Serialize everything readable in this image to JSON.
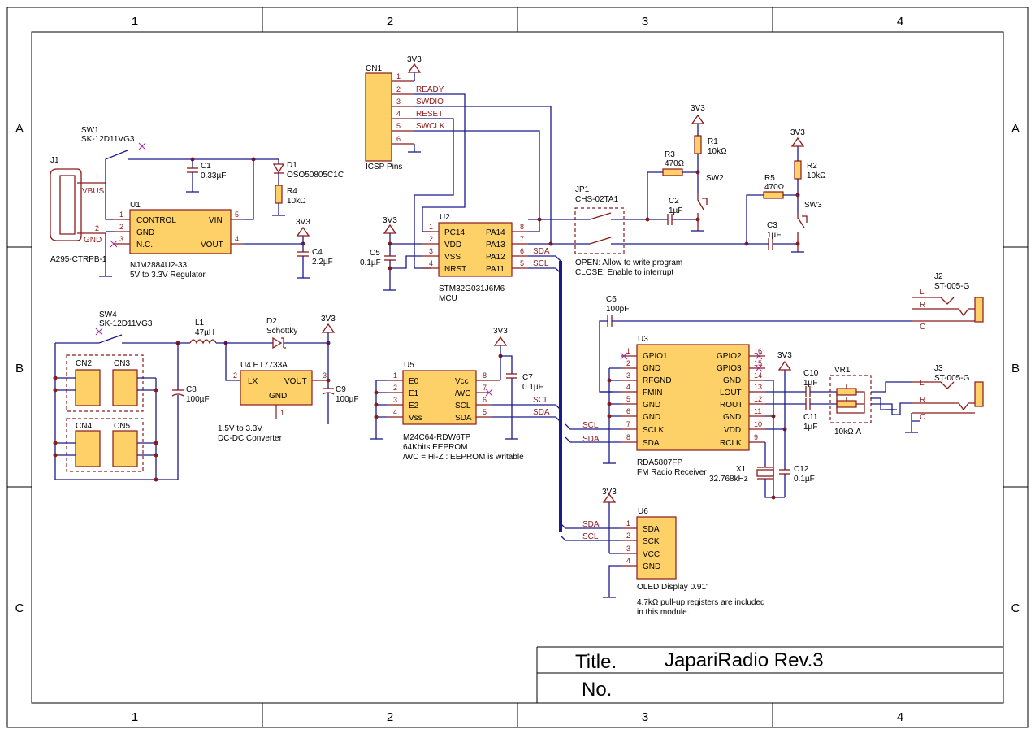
{
  "zones": {
    "cols": [
      "1",
      "2",
      "3",
      "4"
    ],
    "rows": [
      "A",
      "B",
      "C"
    ]
  },
  "title_block": {
    "title_label": "Title.",
    "title_value": "JapariRadio Rev.3",
    "no_label": "No."
  },
  "power": "3V3",
  "parts": {
    "J1": {
      "ref": "J1",
      "value": "A295-CTRPB-1",
      "pins": [
        "VBUS",
        "GND"
      ],
      "nums": [
        "1",
        "2"
      ]
    },
    "SW1": {
      "ref": "SW1",
      "value": "SK-12D11VG3"
    },
    "C1": {
      "ref": "C1",
      "value": "0.33µF"
    },
    "D1": {
      "ref": "D1",
      "value": "OSO50805C1C"
    },
    "R4": {
      "ref": "R4",
      "value": "10kΩ"
    },
    "U1": {
      "ref": "U1",
      "value": "NJM2884U2-33",
      "desc": "5V to 3.3V Regulator",
      "pins": [
        "CONTROL",
        "GND",
        "N.C.",
        "VIN",
        "VOUT"
      ],
      "nums": [
        "1",
        "2",
        "3",
        "5",
        "4"
      ]
    },
    "C4": {
      "ref": "C4",
      "value": "2.2µF"
    },
    "CN1": {
      "ref": "CN1",
      "desc": "ICSP Pins",
      "nums": [
        "1",
        "2",
        "3",
        "4",
        "5",
        "6"
      ]
    },
    "U2": {
      "ref": "U2",
      "value": "STM32G031J6M6",
      "desc": "MCU",
      "pins": [
        "PC14",
        "VDD",
        "VSS",
        "NRST",
        "PA14",
        "PA13",
        "PA12",
        "PA11"
      ],
      "nums": [
        "1",
        "2",
        "3",
        "4",
        "8",
        "7",
        "6",
        "5"
      ]
    },
    "C5": {
      "ref": "C5",
      "value": "0.1µF"
    },
    "JP1": {
      "ref": "JP1",
      "value": "CHS-02TA1",
      "note1": "OPEN: Allow to write program",
      "note2": "CLOSE: Enable to interrupt"
    },
    "R1": {
      "ref": "R1",
      "value": "10kΩ"
    },
    "R3": {
      "ref": "R3",
      "value": "470Ω"
    },
    "SW2": {
      "ref": "SW2"
    },
    "C2": {
      "ref": "C2",
      "value": "1µF"
    },
    "R2": {
      "ref": "R2",
      "value": "10kΩ"
    },
    "R5": {
      "ref": "R5",
      "value": "470Ω"
    },
    "SW3": {
      "ref": "SW3"
    },
    "C3": {
      "ref": "C3",
      "value": "1µF"
    },
    "SW4": {
      "ref": "SW4",
      "value": "SK-12D11VG3"
    },
    "L1": {
      "ref": "L1",
      "value": "47µH"
    },
    "D2": {
      "ref": "D2",
      "value": "Schottky"
    },
    "U4": {
      "ref": "U4 HT7733A",
      "desc1": "1.5V to 3.3V",
      "desc2": "DC-DC Converter",
      "pins": [
        "LX",
        "VOUT",
        "GND"
      ],
      "nums": [
        "2",
        "3",
        "1"
      ]
    },
    "C8": {
      "ref": "C8",
      "value": "100µF"
    },
    "C9": {
      "ref": "C9",
      "value": "100µF"
    },
    "CN2": {
      "ref": "CN2"
    },
    "CN3": {
      "ref": "CN3"
    },
    "CN4": {
      "ref": "CN4"
    },
    "CN5": {
      "ref": "CN5"
    },
    "U5": {
      "ref": "U5",
      "value": "M24C64-RDW6TP",
      "desc1": "64Kbits EEPROM",
      "desc2": "/WC = Hi-Z : EEPROM is writable",
      "pins": [
        "E0",
        "E1",
        "E2",
        "Vss",
        "Vcc",
        "/WC",
        "SCL",
        "SDA"
      ],
      "nums": [
        "1",
        "2",
        "3",
        "4",
        "8",
        "7",
        "6",
        "5"
      ]
    },
    "C7": {
      "ref": "C7",
      "value": "0.1µF"
    },
    "C6": {
      "ref": "C6",
      "value": "100pF"
    },
    "U3": {
      "ref": "U3",
      "value": "RDA5807FP",
      "desc": "FM Radio Receiver",
      "pins": [
        "GPIO1",
        "GND",
        "RFGND",
        "FMIN",
        "GND",
        "GND",
        "SCLK",
        "SDA",
        "GPIO2",
        "GPIO3",
        "GND",
        "LOUT",
        "ROUT",
        "GND",
        "VDD",
        "RCLK"
      ],
      "nums": [
        "1",
        "2",
        "3",
        "4",
        "5",
        "6",
        "7",
        "8",
        "16",
        "15",
        "14",
        "13",
        "12",
        "11",
        "10",
        "9"
      ]
    },
    "X1": {
      "ref": "X1",
      "value": "32.768kHz"
    },
    "C12": {
      "ref": "C12",
      "value": "0.1µF"
    },
    "C10": {
      "ref": "C10",
      "value": "1µF"
    },
    "C11": {
      "ref": "C11",
      "value": "1µF"
    },
    "VR1": {
      "ref": "VR1",
      "value": "10kΩ A"
    },
    "J2": {
      "ref": "J2",
      "value": "ST-005-G",
      "pins": [
        "L",
        "R",
        "C"
      ]
    },
    "J3": {
      "ref": "J3",
      "value": "ST-005-G",
      "pins": [
        "L",
        "R",
        "C"
      ]
    },
    "U6": {
      "ref": "U6",
      "value": "OLED Display 0.91\"",
      "desc1": "4.7kΩ pull-up registers are included",
      "desc2": "in this module.",
      "pins": [
        "SDA",
        "SCK",
        "VCC",
        "GND"
      ],
      "nums": [
        "1",
        "2",
        "3",
        "4"
      ]
    }
  },
  "nets": {
    "ready": "READY",
    "swdio": "SWDIO",
    "reset": "RESET",
    "swclk": "SWCLK",
    "sda": "SDA",
    "scl": "SCL"
  }
}
